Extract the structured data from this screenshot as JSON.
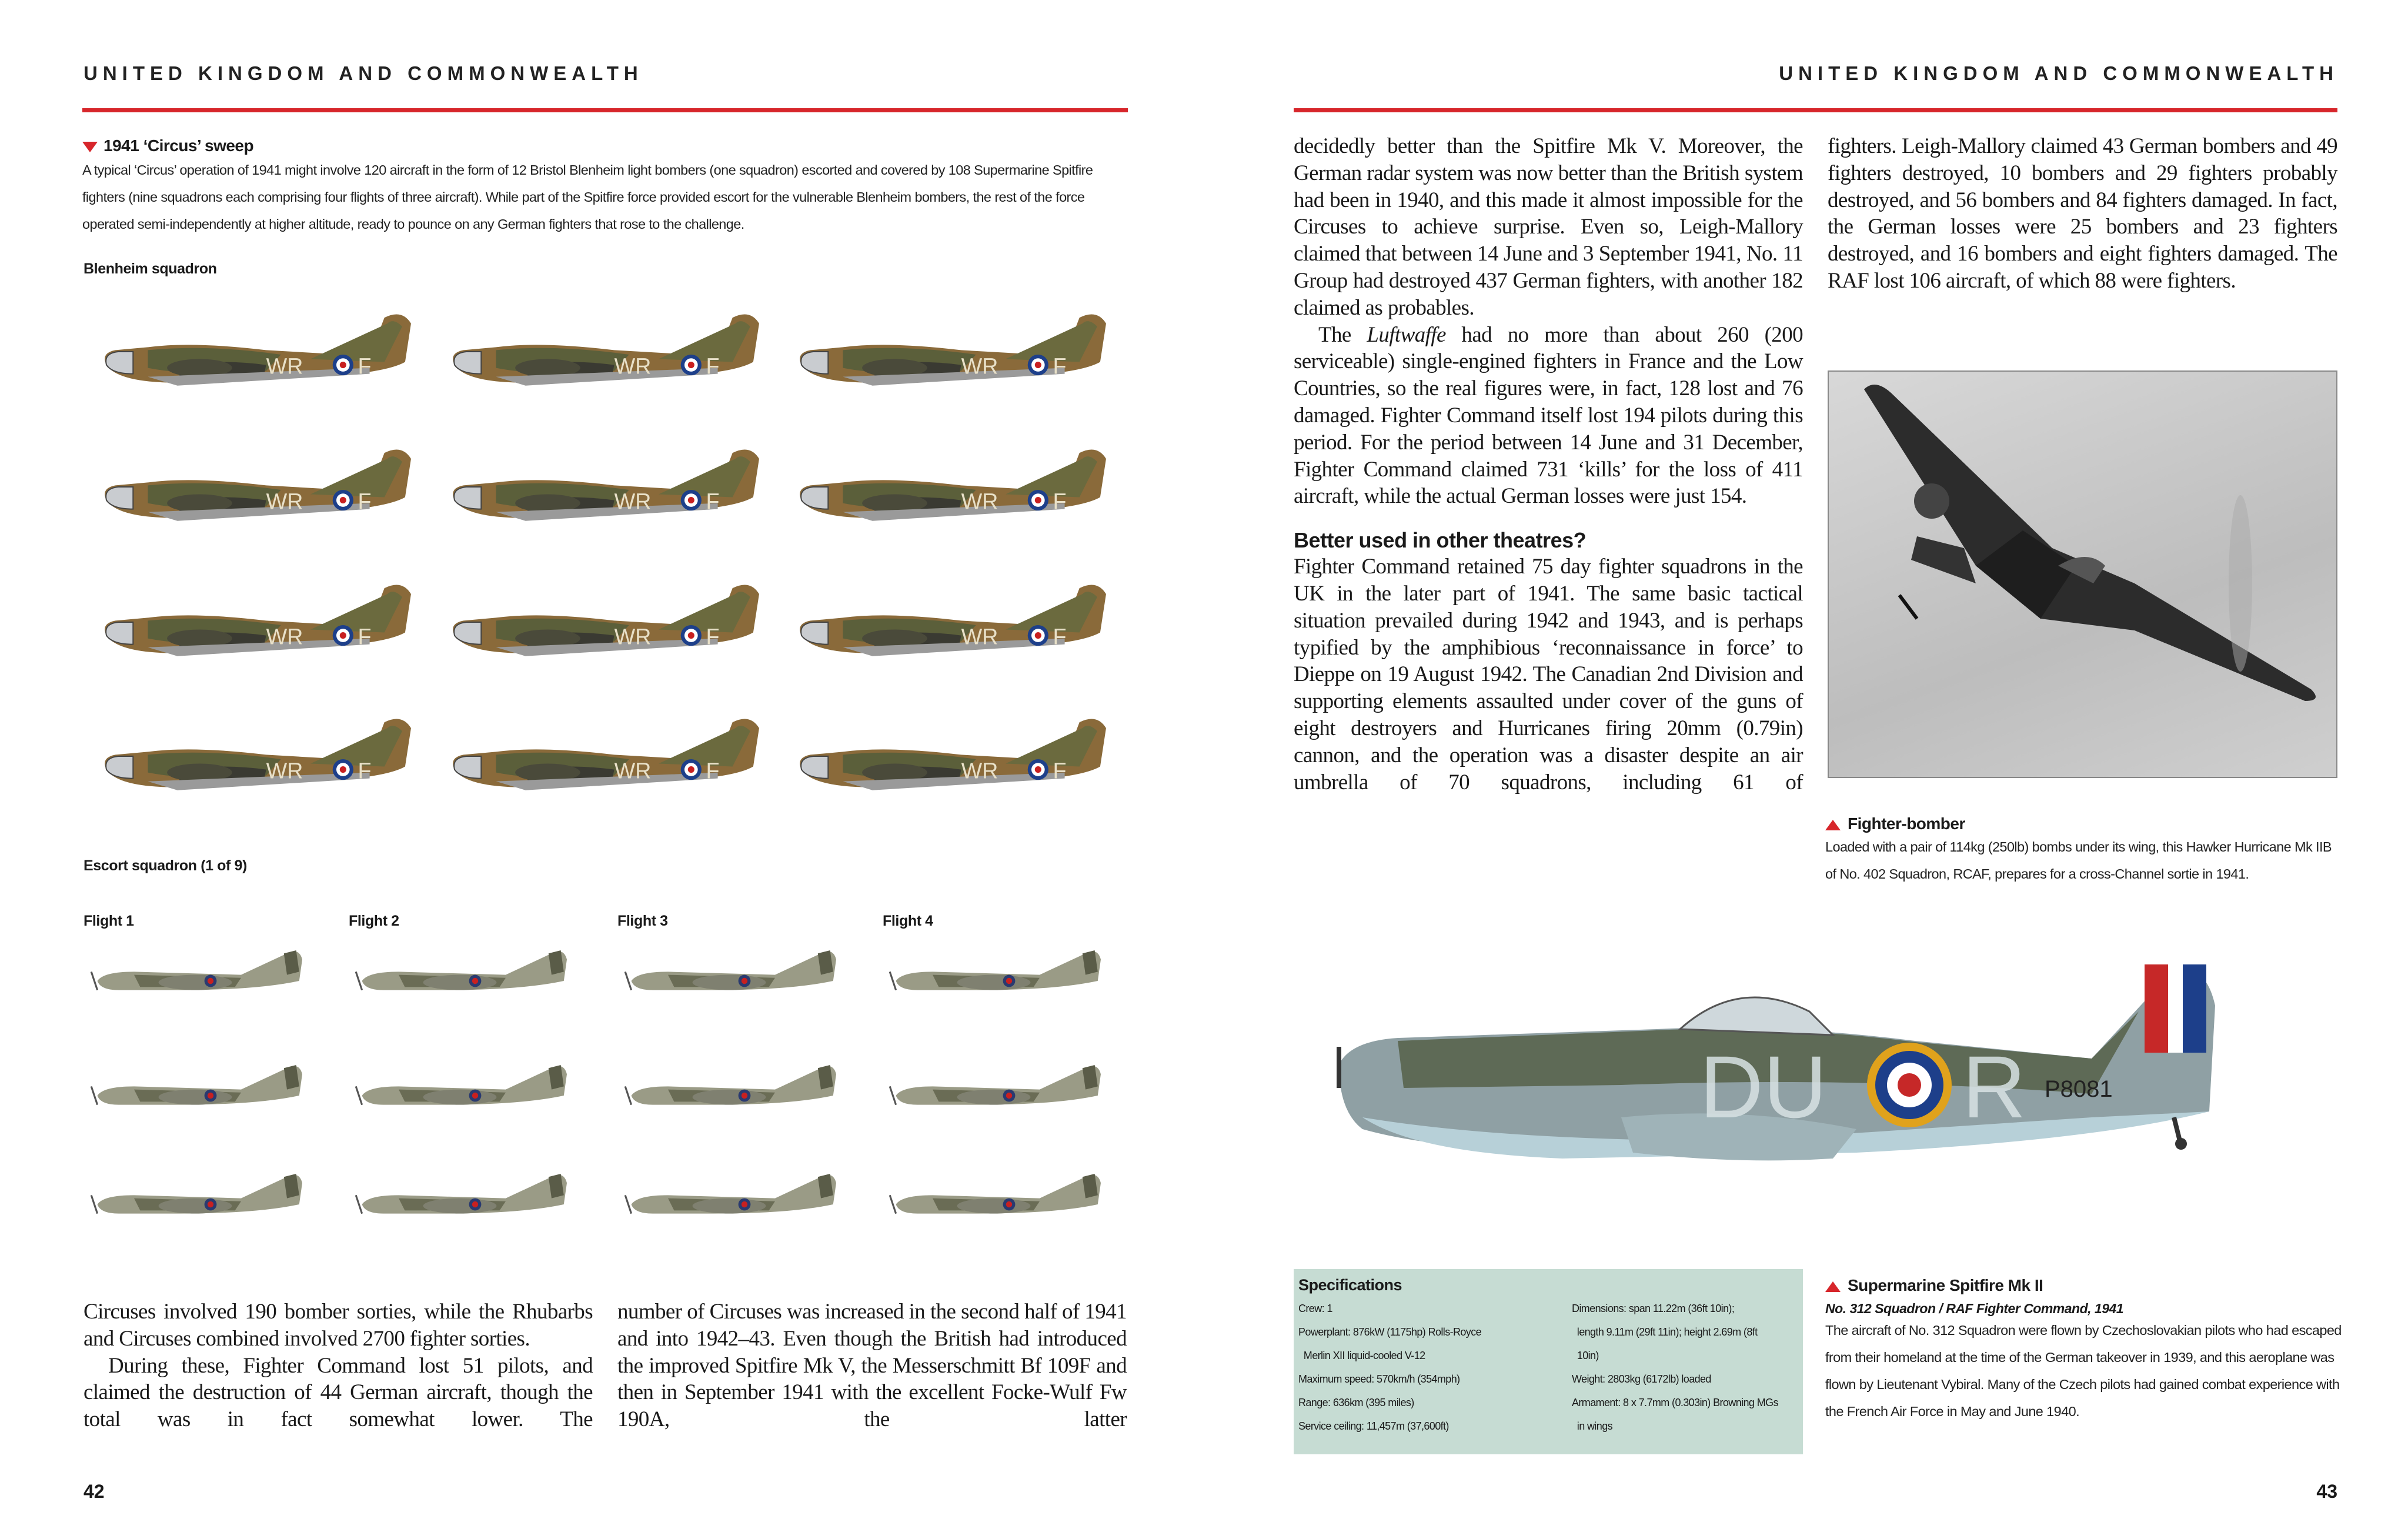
{
  "left_page": {
    "running_head": "UNITED KINGDOM AND COMMONWEALTH",
    "page_number": "42",
    "sweep": {
      "title": "1941 ‘Circus’ sweep",
      "description": "A typical ‘Circus’ operation of 1941 might involve 120 aircraft in the form of 12 Bristol Blenheim light bombers (one squadron) escorted and covered by 108 Supermarine Spitfire fighters (nine squadrons each comprising four flights of three aircraft). While part of the Spitfire force provided escort for the vulnerable Blenheim bombers, the rest of the force operated semi-independently at higher altitude, ready to pounce on any German fighters that rose to the challenge.",
      "blenheim_label": "Blenheim squadron",
      "blenheim_markings": {
        "code": "WR",
        "letter": "F"
      },
      "escort_label": "Escort squadron (1 of 9)",
      "flights": [
        "Flight 1",
        "Flight 2",
        "Flight 3",
        "Flight 4"
      ]
    },
    "body_col1": {
      "p1": "Circuses involved 190 bomber sorties, while the Rhubarbs and Circuses combined involved 2700 fighter sorties.",
      "p2": "During these, Fighter Command lost 51 pilots, and claimed the destruction of 44 German aircraft, though the total was in fact somewhat lower. The"
    },
    "body_col2": {
      "p1": "number of Circuses was increased in the second half of 1941 and into 1942–43. Even though the British had introduced the improved Spitfire Mk V, the Messerschmitt Bf 109F and then in September 1941 with the excellent Focke-Wulf Fw 190A, the latter"
    }
  },
  "right_page": {
    "running_head": "UNITED KINGDOM AND COMMONWEALTH",
    "page_number": "43",
    "col_a": {
      "p1": "decidedly better than the Spitfire Mk V. Moreover, the German radar system was now better than the British system had been in 1940, and this made it almost impossible for the Circuses to achieve surprise. Even so, Leigh-Mallory claimed that between 14 June and 3 September 1941, No. 11 Group had destroyed 437 German fighters, with another 182 claimed as probables.",
      "p2_start": "The ",
      "p2_italic": "Luftwaffe",
      "p2_rest": " had no more than about 260 (200 serviceable) single-engined fighters in France and the Low Countries, so the real figures were, in fact, 128 lost and 76 damaged. Fighter Command itself lost 194 pilots during this period. For the period between 14 June and 31 December, Fighter Command claimed 731 ‘kills’ for the loss of 411 aircraft, while the actual German losses were just 154.",
      "heading": "Better used in other theatres?",
      "p3": "Fighter Command retained 75 day fighter squadrons in the UK in the later part of 1941. The same basic tactical situation prevailed during 1942 and 1943, and is perhaps typified by the amphibious ‘reconnaissance in force’ to Dieppe on 19 August 1942. The Canadian 2nd Division and supporting elements assaulted under cover of the guns of eight destroyers and Hurricanes firing 20mm (0.79in) cannon, and the operation was a disaster despite an air umbrella of 70 squadrons, including 61 of"
    },
    "col_b": {
      "p1": "fighters. Leigh-Mallory claimed 43 German bombers and 49 fighters destroyed, 10 bombers and 29 fighters probably destroyed, and 56 bombers and 84 fighters damaged. In fact, the German losses were 25 bombers and 23 fighters destroyed, and 16 bombers and eight fighters damaged. The RAF lost 106 aircraft, of which 88 were fighters."
    },
    "photo_caption": {
      "title": "Fighter-bomber",
      "text": "Loaded with a pair of 114kg (250lb) bombs under its wing, this Hawker Hurricane Mk IIB of No. 402 Squadron, RCAF, prepares for a cross-Channel sortie in 1941."
    },
    "spitfire_markings": {
      "code": "DU",
      "letter": "R",
      "serial": "P8081"
    },
    "specifications": {
      "title": "Specifications",
      "left": [
        "Crew: 1",
        "Powerplant: 876kW (1175hp) Rolls-Royce",
        "  Merlin XII liquid-cooled V-12",
        "Maximum speed: 570km/h (354mph)",
        "Range: 636km (395 miles)",
        "Service ceiling: 11,457m (37,600ft)"
      ],
      "right": [
        "Dimensions: span 11.22m (36ft 10in);",
        "  length 9.11m (29ft 11in); height 2.69m (8ft",
        "  10in)",
        "Weight: 2803kg (6172lb) loaded",
        "Armament: 8 x 7.7mm (0.303in) Browning MGs",
        "  in wings"
      ]
    },
    "spitfire_caption": {
      "title": "Supermarine Spitfire Mk II",
      "subtitle": "No. 312 Squadron / RAF Fighter Command, 1941",
      "text": "The aircraft of No. 312 Squadron were flown by Czechoslovakian pilots who had escaped from their homeland at the time of the German takeover in 1939, and this aeroplane was flown by Lieutenant Vybiral. Many of the Czech pilots had gained combat experience with the French Air Force in May and June 1940."
    }
  },
  "colors": {
    "accent_red": "#d7262b",
    "spec_box": "#c6dcd3"
  }
}
